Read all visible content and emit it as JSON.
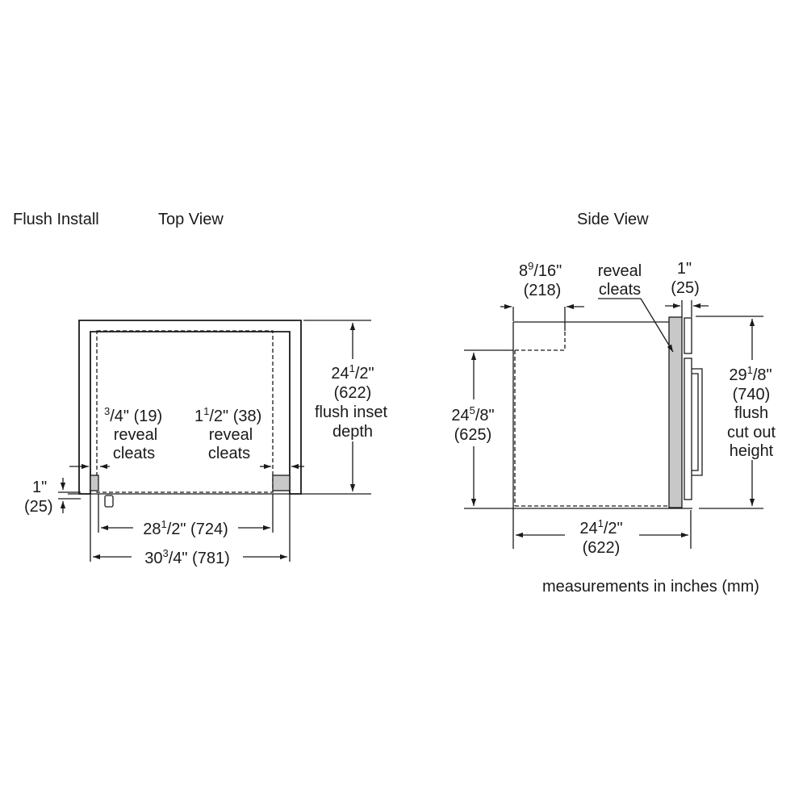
{
  "headings": {
    "flush_install": "Flush Install",
    "top_view": "Top View",
    "side_view": "Side View"
  },
  "top_view": {
    "depth": {
      "whole": "24",
      "sup": "1",
      "sub": "/2\"",
      "mm": "(622)",
      "line3": "flush inset",
      "line4": "depth"
    },
    "cleat_left": {
      "sup": "3",
      "sub": "/4\" (19)",
      "line2": "reveal",
      "line3": "cleats"
    },
    "cleat_right": {
      "whole": "1",
      "sup": "1",
      "sub": "/2\" (38)",
      "line2": "reveal",
      "line3": "cleats"
    },
    "offset": {
      "in": "1\"",
      "mm": "(25)"
    },
    "inner_width": {
      "whole": "28",
      "sup": "1",
      "sub": "/2\" (724)"
    },
    "outer_width": {
      "whole": "30",
      "sup": "3",
      "sub": "/4\" (781)"
    }
  },
  "side_view": {
    "top_depth": {
      "whole": "8",
      "sup": "9",
      "sub": "/16\"",
      "mm": "(218)"
    },
    "reveal": {
      "line1": "reveal",
      "line2": "cleats"
    },
    "door": {
      "in": "1\"",
      "mm": "(25)"
    },
    "height": {
      "whole": "24",
      "sup": "5",
      "sub": "/8\"",
      "mm": "(625)"
    },
    "cutout": {
      "whole": "29",
      "sup": "1",
      "sub": "/8\"",
      "mm": "(740)",
      "line3": "flush",
      "line4": "cut out",
      "line5": "height"
    },
    "depth": {
      "whole": "24",
      "sup": "1",
      "sub": "/2\"",
      "mm": "(622)"
    }
  },
  "footer": {
    "note": "measurements in inches (mm)"
  }
}
